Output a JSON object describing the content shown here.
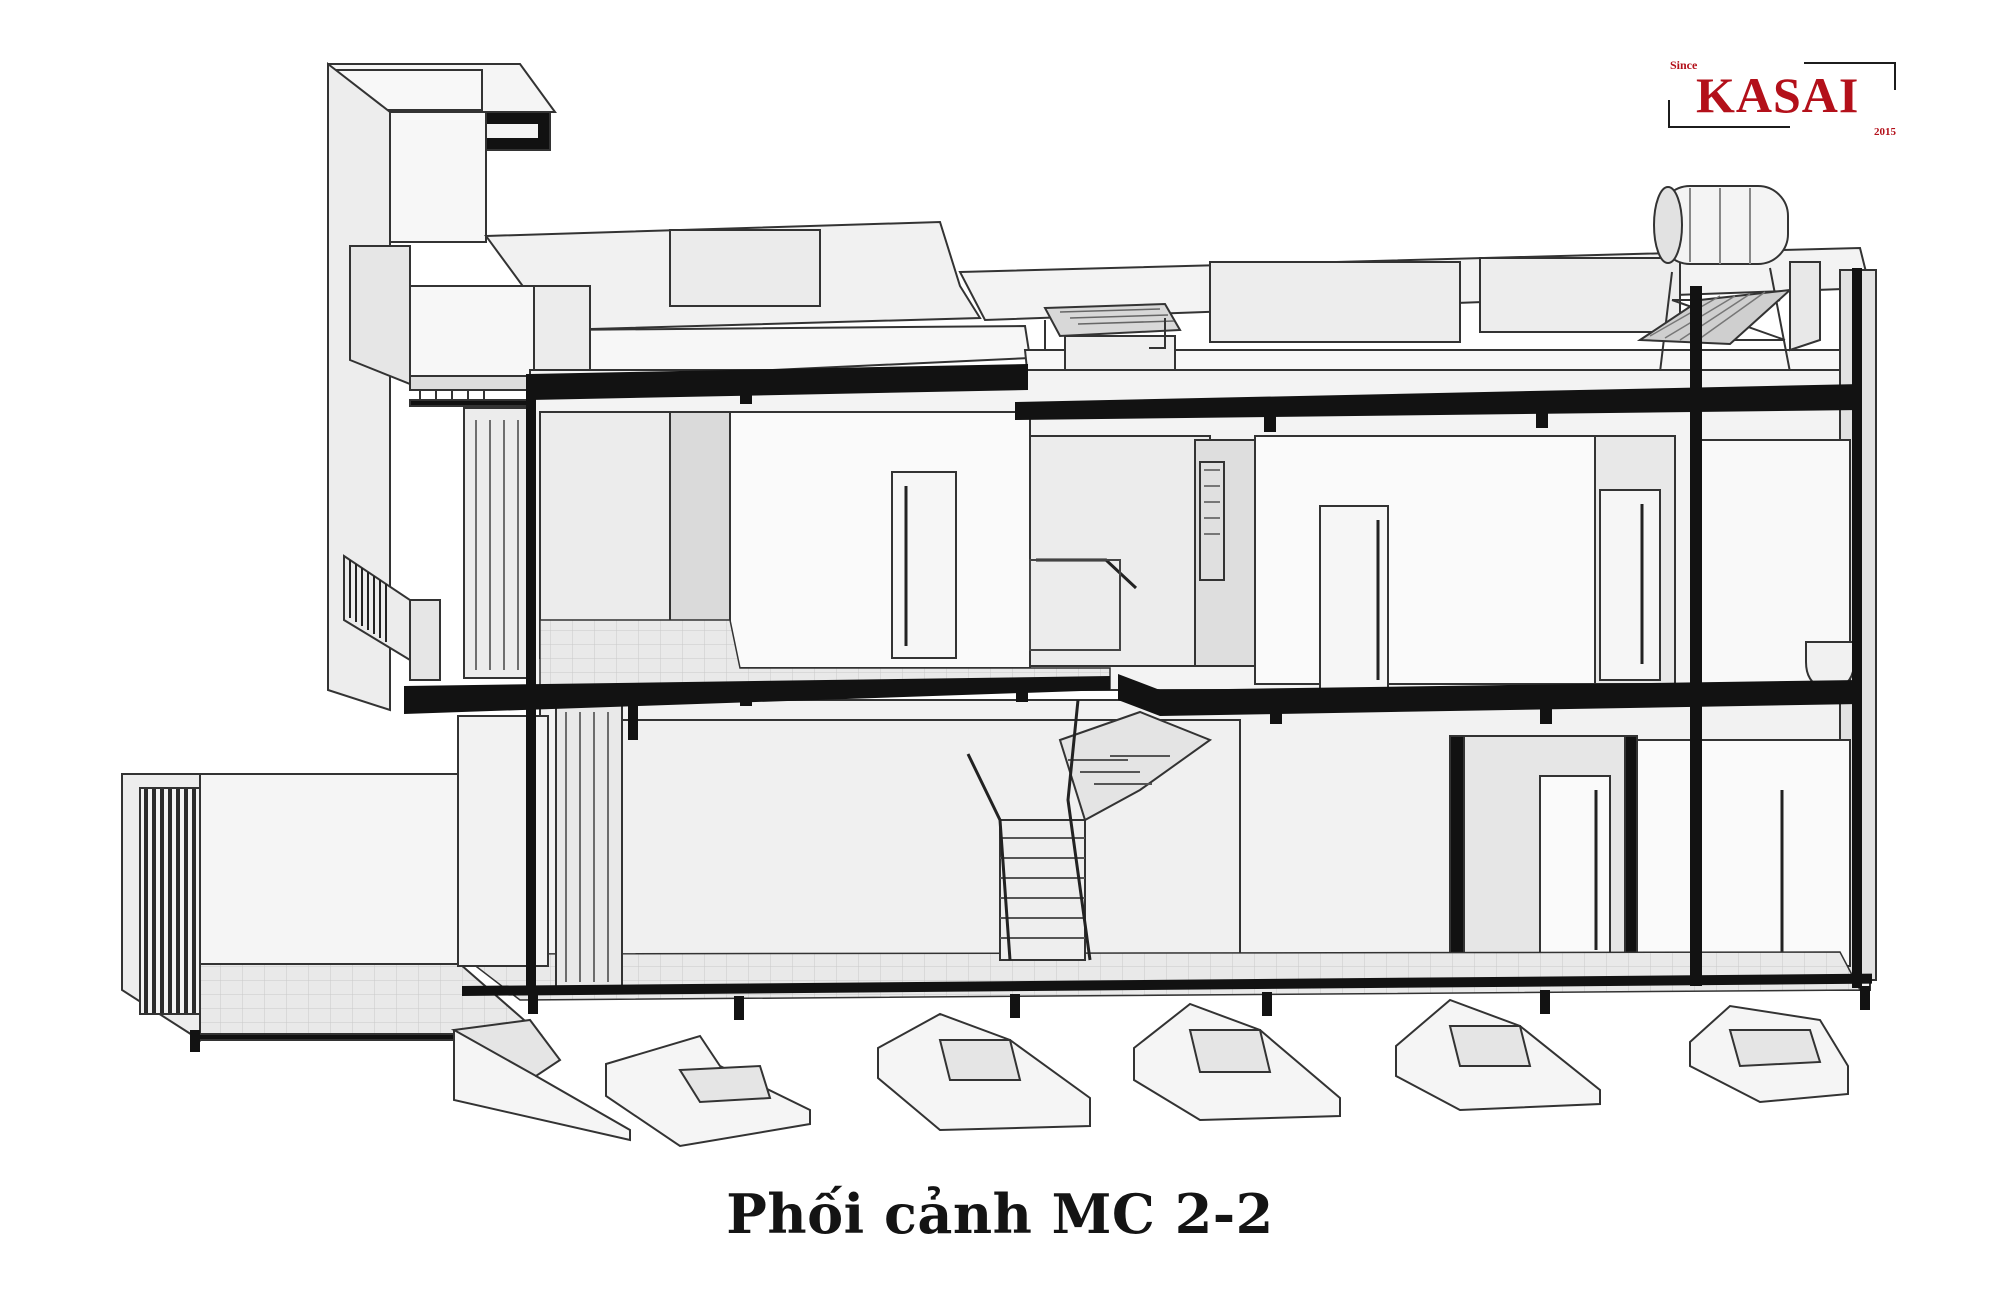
{
  "logo": {
    "since": "Since",
    "brand": "KASAI",
    "year": "2015",
    "color": "#b3101a"
  },
  "caption": "Phối cảnh MC 2-2",
  "palette": {
    "slab": "#121212",
    "wall": "#f4f4f4",
    "wall_shade": "#dcdcdc",
    "floor": "#e6e6e6",
    "line": "#333333"
  }
}
